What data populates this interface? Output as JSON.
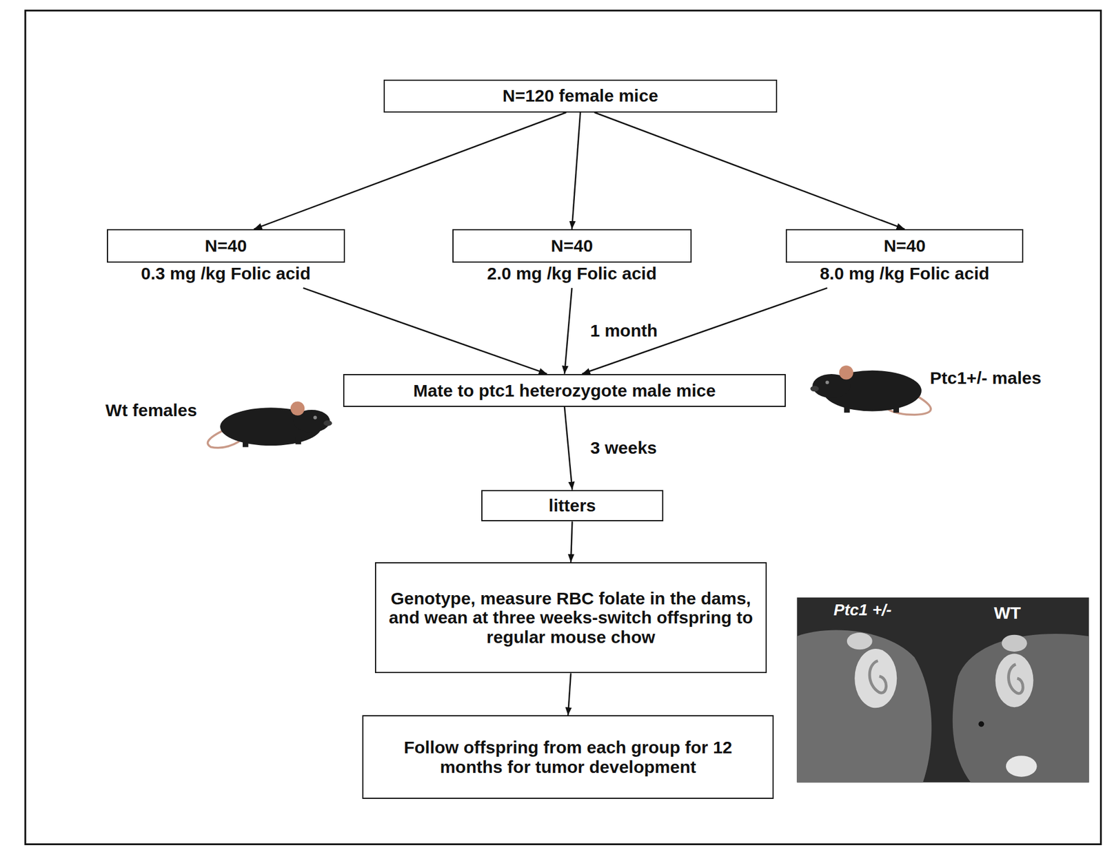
{
  "diagram": {
    "nodes": [
      {
        "text": [
          "N=120 female mice"
        ]
      },
      {
        "text": [
          "N=40",
          "0.3 mg /kg Folic acid"
        ]
      },
      {
        "text": [
          "N=40",
          "2.0 mg /kg Folic acid"
        ]
      },
      {
        "text": [
          "N=40",
          "8.0 mg /kg Folic acid"
        ]
      },
      {
        "text": [
          "Mate to ptc1 heterozygote male mice"
        ]
      },
      {
        "text": [
          "litters"
        ]
      },
      {
        "text": [
          "Genotype, measure RBC folate in the dams, and wean at three weeks-switch offspring to regular mouse chow"
        ]
      },
      {
        "text": [
          "Follow offspring from each group for 12 months for tumor development"
        ]
      }
    ],
    "edges": [
      {
        "from": 0,
        "to": 1,
        "arrow": "to"
      },
      {
        "from": 0,
        "to": 2,
        "arrow": "to"
      },
      {
        "from": 0,
        "to": 3,
        "arrow": "to"
      },
      {
        "from": 1,
        "to": 4,
        "arrow": "to"
      },
      {
        "from": 2,
        "to": 4,
        "label": "1 month",
        "arrow": "to"
      },
      {
        "from": 3,
        "to": 4,
        "arrow": "to"
      },
      {
        "from": 4,
        "to": 5,
        "label": "3 weeks",
        "arrow": "to"
      },
      {
        "from": 5,
        "to": 6,
        "arrow": "to"
      },
      {
        "from": 6,
        "to": 7,
        "arrow": "to"
      }
    ],
    "labels": [
      "Wt females",
      "Ptc1+/- males",
      "Ptc1 +/-",
      "WT"
    ]
  }
}
